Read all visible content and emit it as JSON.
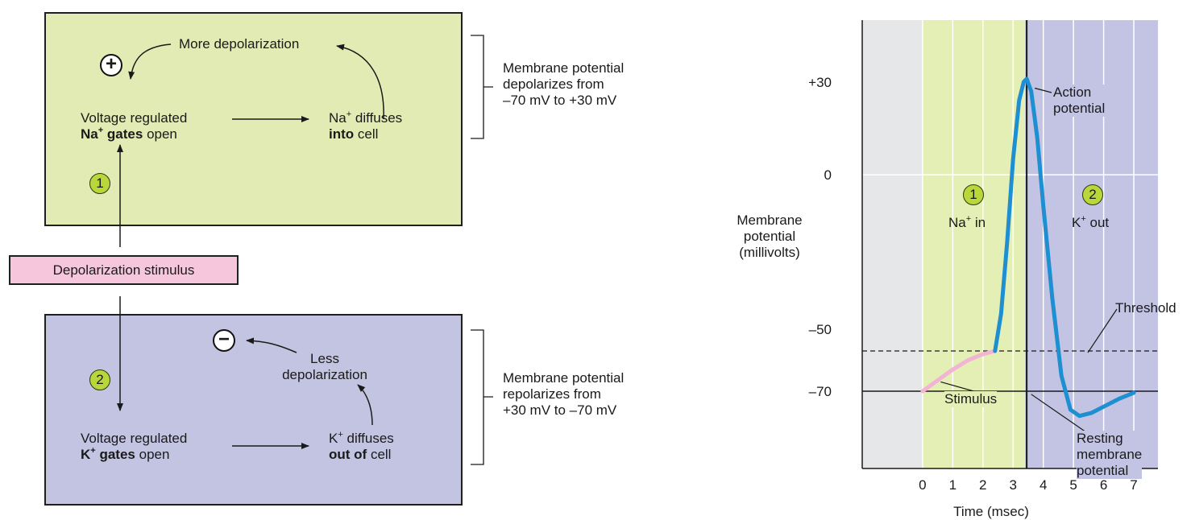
{
  "left": {
    "top_box": {
      "color": "#e2ebb4",
      "more_depolarization": "More depolarization",
      "sign": "+",
      "gate_line1": "Voltage regulated",
      "gate_ion": "Na",
      "gate_charge": "+",
      "gate_bold": "gates",
      "gate_suffix": "open",
      "diffuse_ion": "Na",
      "diffuse_charge": "+",
      "diffuse_text": "diffuses",
      "diffuse_bold": "into",
      "diffuse_suffix": "cell",
      "step_badge": "1"
    },
    "stimulus": {
      "label": "Depolarization stimulus",
      "color": "#f6c6dc"
    },
    "bottom_box": {
      "color": "#c3c3e2",
      "sign": "−",
      "less_line1": "Less",
      "less_line2": "depolarization",
      "gate_line1": "Voltage regulated",
      "gate_ion": "K",
      "gate_charge": "+",
      "gate_bold": "gates",
      "gate_suffix": "open",
      "diffuse_ion": "K",
      "diffuse_charge": "+",
      "diffuse_text": "diffuses",
      "diffuse_bold": "out of",
      "diffuse_suffix": "cell",
      "step_badge": "2"
    },
    "depol_note": [
      "Membrane potential",
      "depolarizes from",
      "–70 mV to +30 mV"
    ],
    "repol_note": [
      "Membrane potential",
      "repolarizes from",
      "+30 mV to –70 mV"
    ]
  },
  "chart_data": {
    "type": "line",
    "title": "",
    "xlabel": "Time (msec)",
    "ylabel": [
      "Membrane",
      "potential",
      "(millivolts)"
    ],
    "x_ticks": [
      "0",
      "1",
      "2",
      "3",
      "4",
      "5",
      "6",
      "7"
    ],
    "y_ticks": [
      {
        "label": "+30",
        "value": 30
      },
      {
        "label": "0",
        "value": 0
      },
      {
        "label": "–50",
        "value": -50
      },
      {
        "label": "–70",
        "value": -70
      }
    ],
    "xlim": [
      -2,
      7.8
    ],
    "ylim": [
      -95,
      50
    ],
    "grid": true,
    "regions": [
      {
        "name": "Na+ in",
        "from": 0,
        "to": 3.4,
        "color": "#e4efb6",
        "badge": "1",
        "ion": "Na",
        "charge": "+",
        "label": "in"
      },
      {
        "name": "K+ out",
        "from": 3.4,
        "to": 7.8,
        "color": "#c3c3e3",
        "badge": "2",
        "ion": "K",
        "charge": "+",
        "label": "out"
      }
    ],
    "background": "#e6e7e8",
    "series": [
      {
        "name": "Stimulus",
        "color": "#f3b3d3",
        "x": [
          0,
          0.5,
          1.0,
          1.5,
          2.0,
          2.4
        ],
        "y": [
          -70,
          -66.5,
          -63,
          -60,
          -58,
          -57
        ]
      },
      {
        "name": "Action potential",
        "color": "#1e8fd0",
        "x": [
          2.4,
          2.6,
          2.8,
          3.0,
          3.2,
          3.35,
          3.45,
          3.6,
          3.8,
          4.0,
          4.3,
          4.6,
          4.9,
          5.2,
          5.6,
          6.0,
          6.5,
          7.0
        ],
        "y": [
          -57,
          -45,
          -22,
          5,
          24,
          30,
          31,
          27,
          12,
          -10,
          -40,
          -65,
          -76,
          -78,
          -77,
          -75,
          -72.5,
          -70.5
        ]
      }
    ],
    "threshold": {
      "value": -57,
      "label": "Threshold"
    },
    "resting": {
      "value": -70
    },
    "peak_line_x": 3.45,
    "annotations": {
      "action_potential": [
        "Action",
        "potential"
      ],
      "stimulus": "Stimulus",
      "resting": [
        "Resting",
        "membrane",
        "potential"
      ]
    }
  }
}
